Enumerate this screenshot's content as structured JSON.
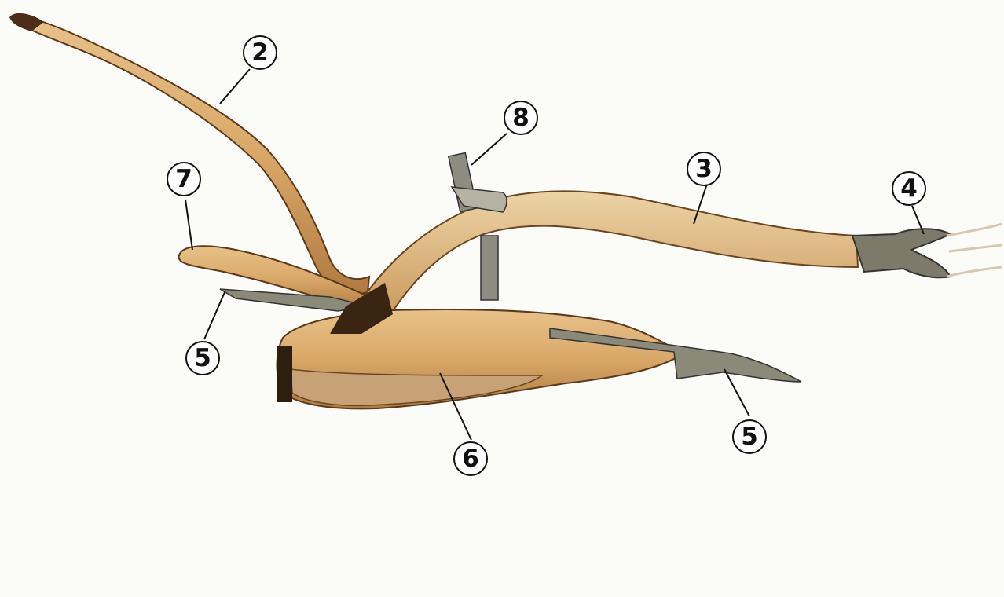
{
  "callouts": [
    {
      "id": "handle",
      "label": "2"
    },
    {
      "id": "beam",
      "label": "3"
    },
    {
      "id": "hitch",
      "label": "4"
    },
    {
      "id": "share-left",
      "label": "5"
    },
    {
      "id": "share-right",
      "label": "5"
    },
    {
      "id": "moldboard",
      "label": "6"
    },
    {
      "id": "guide-handle",
      "label": "7"
    },
    {
      "id": "adjuster",
      "label": "8"
    }
  ],
  "colors": {
    "background": "#fbfbf8",
    "wood": "#d9a868",
    "wood_dark": "#a9703a",
    "metal": "#8b8a78",
    "ink": "#111111"
  }
}
